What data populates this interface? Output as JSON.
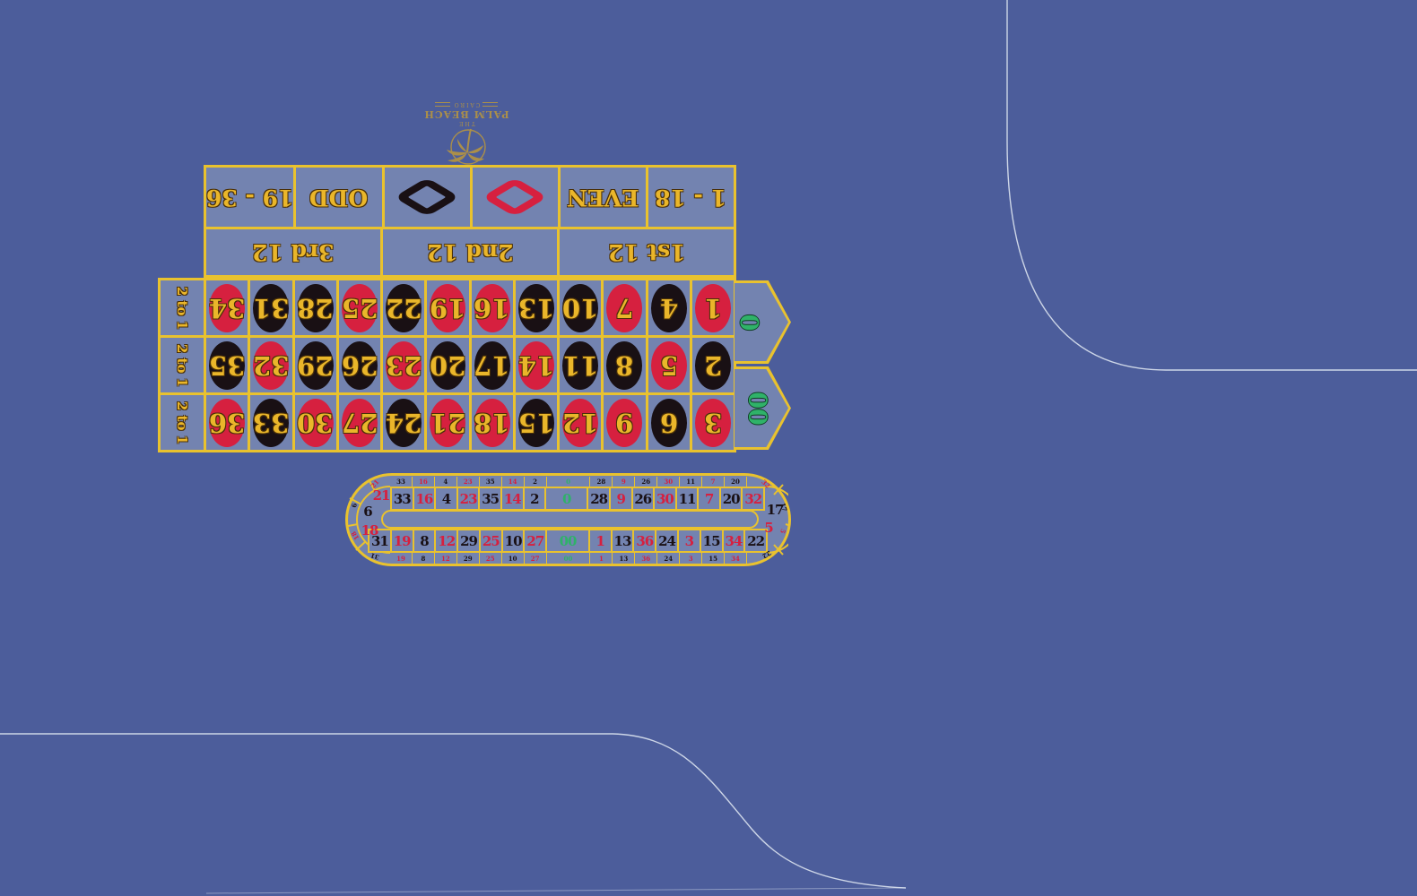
{
  "colors": {
    "background": "#4c5d9b",
    "felt": "#7383b0",
    "gold_line": "#e9c22e",
    "gold_text": "#eab62a",
    "red": "#d6203f",
    "black": "#191014",
    "green": "#2fb269",
    "white_line": "#dce3f0",
    "logo_gold": "#ab8f49"
  },
  "logo": {
    "the": "THE",
    "name": "PALM BEACH",
    "city": "CAIRO"
  },
  "outside": [
    {
      "label": "19 - 36"
    },
    {
      "label": "ODD"
    },
    {
      "diamond": "black"
    },
    {
      "diamond": "red"
    },
    {
      "label": "EVEN"
    },
    {
      "label": "1 - 18"
    }
  ],
  "dozens": [
    {
      "label": "3rd 12"
    },
    {
      "label": "2nd 12"
    },
    {
      "label": "1st 12"
    }
  ],
  "columns": [
    {
      "label": "2 to 1"
    },
    {
      "label": "2 to 1"
    },
    {
      "label": "2 to 1"
    }
  ],
  "zeros": [
    {
      "label": "0"
    },
    {
      "label": "00"
    }
  ],
  "grid": {
    "cells": [
      {
        "n": "34",
        "c": "red"
      },
      {
        "n": "31",
        "c": "black"
      },
      {
        "n": "28",
        "c": "black"
      },
      {
        "n": "25",
        "c": "red"
      },
      {
        "n": "22",
        "c": "black"
      },
      {
        "n": "19",
        "c": "red"
      },
      {
        "n": "16",
        "c": "red"
      },
      {
        "n": "13",
        "c": "black"
      },
      {
        "n": "10",
        "c": "black"
      },
      {
        "n": "7",
        "c": "red"
      },
      {
        "n": "4",
        "c": "black"
      },
      {
        "n": "1",
        "c": "red"
      },
      {
        "n": "35",
        "c": "black"
      },
      {
        "n": "32",
        "c": "red"
      },
      {
        "n": "29",
        "c": "black"
      },
      {
        "n": "26",
        "c": "black"
      },
      {
        "n": "23",
        "c": "red"
      },
      {
        "n": "20",
        "c": "black"
      },
      {
        "n": "17",
        "c": "black"
      },
      {
        "n": "14",
        "c": "red"
      },
      {
        "n": "11",
        "c": "black"
      },
      {
        "n": "8",
        "c": "black"
      },
      {
        "n": "5",
        "c": "red"
      },
      {
        "n": "2",
        "c": "black"
      },
      {
        "n": "36",
        "c": "red"
      },
      {
        "n": "33",
        "c": "black"
      },
      {
        "n": "30",
        "c": "red"
      },
      {
        "n": "27",
        "c": "red"
      },
      {
        "n": "24",
        "c": "black"
      },
      {
        "n": "21",
        "c": "red"
      },
      {
        "n": "18",
        "c": "red"
      },
      {
        "n": "15",
        "c": "black"
      },
      {
        "n": "12",
        "c": "red"
      },
      {
        "n": "9",
        "c": "red"
      },
      {
        "n": "6",
        "c": "black"
      },
      {
        "n": "3",
        "c": "red"
      }
    ]
  },
  "racetrack": {
    "top": [
      {
        "n": "33",
        "c": "black"
      },
      {
        "n": "16",
        "c": "red"
      },
      {
        "n": "4",
        "c": "black"
      },
      {
        "n": "23",
        "c": "red"
      },
      {
        "n": "35",
        "c": "black"
      },
      {
        "n": "14",
        "c": "red"
      },
      {
        "n": "2",
        "c": "black"
      },
      {
        "n": "0",
        "c": "green",
        "w": 2
      },
      {
        "n": "28",
        "c": "black"
      },
      {
        "n": "9",
        "c": "red"
      },
      {
        "n": "26",
        "c": "black"
      },
      {
        "n": "30",
        "c": "red"
      },
      {
        "n": "11",
        "c": "black"
      },
      {
        "n": "7",
        "c": "red"
      },
      {
        "n": "20",
        "c": "black"
      },
      {
        "n": "32",
        "c": "red"
      }
    ],
    "bottom": [
      {
        "n": "31",
        "c": "black"
      },
      {
        "n": "19",
        "c": "red"
      },
      {
        "n": "8",
        "c": "black"
      },
      {
        "n": "12",
        "c": "red"
      },
      {
        "n": "29",
        "c": "black"
      },
      {
        "n": "25",
        "c": "red"
      },
      {
        "n": "10",
        "c": "black"
      },
      {
        "n": "27",
        "c": "red"
      },
      {
        "n": "00",
        "c": "green",
        "w": 2
      },
      {
        "n": "1",
        "c": "red"
      },
      {
        "n": "13",
        "c": "black"
      },
      {
        "n": "36",
        "c": "red"
      },
      {
        "n": "24",
        "c": "black"
      },
      {
        "n": "3",
        "c": "red"
      },
      {
        "n": "15",
        "c": "black"
      },
      {
        "n": "34",
        "c": "red"
      },
      {
        "n": "22",
        "c": "black"
      }
    ],
    "left_arc": [
      {
        "n": "21",
        "c": "red"
      },
      {
        "n": "6",
        "c": "black"
      },
      {
        "n": "18",
        "c": "red"
      }
    ],
    "right_arc": [
      {
        "n": "17",
        "c": "black"
      },
      {
        "n": "5",
        "c": "red"
      }
    ],
    "tiny_arc": [
      {
        "n": "21",
        "c": "red"
      },
      {
        "n": "6",
        "c": "black"
      },
      {
        "n": "18",
        "c": "red"
      },
      {
        "n": "31",
        "c": "black"
      },
      {
        "n": "32",
        "c": "red"
      },
      {
        "n": "17",
        "c": "black"
      },
      {
        "n": "5",
        "c": "red"
      },
      {
        "n": "22",
        "c": "black"
      }
    ]
  }
}
